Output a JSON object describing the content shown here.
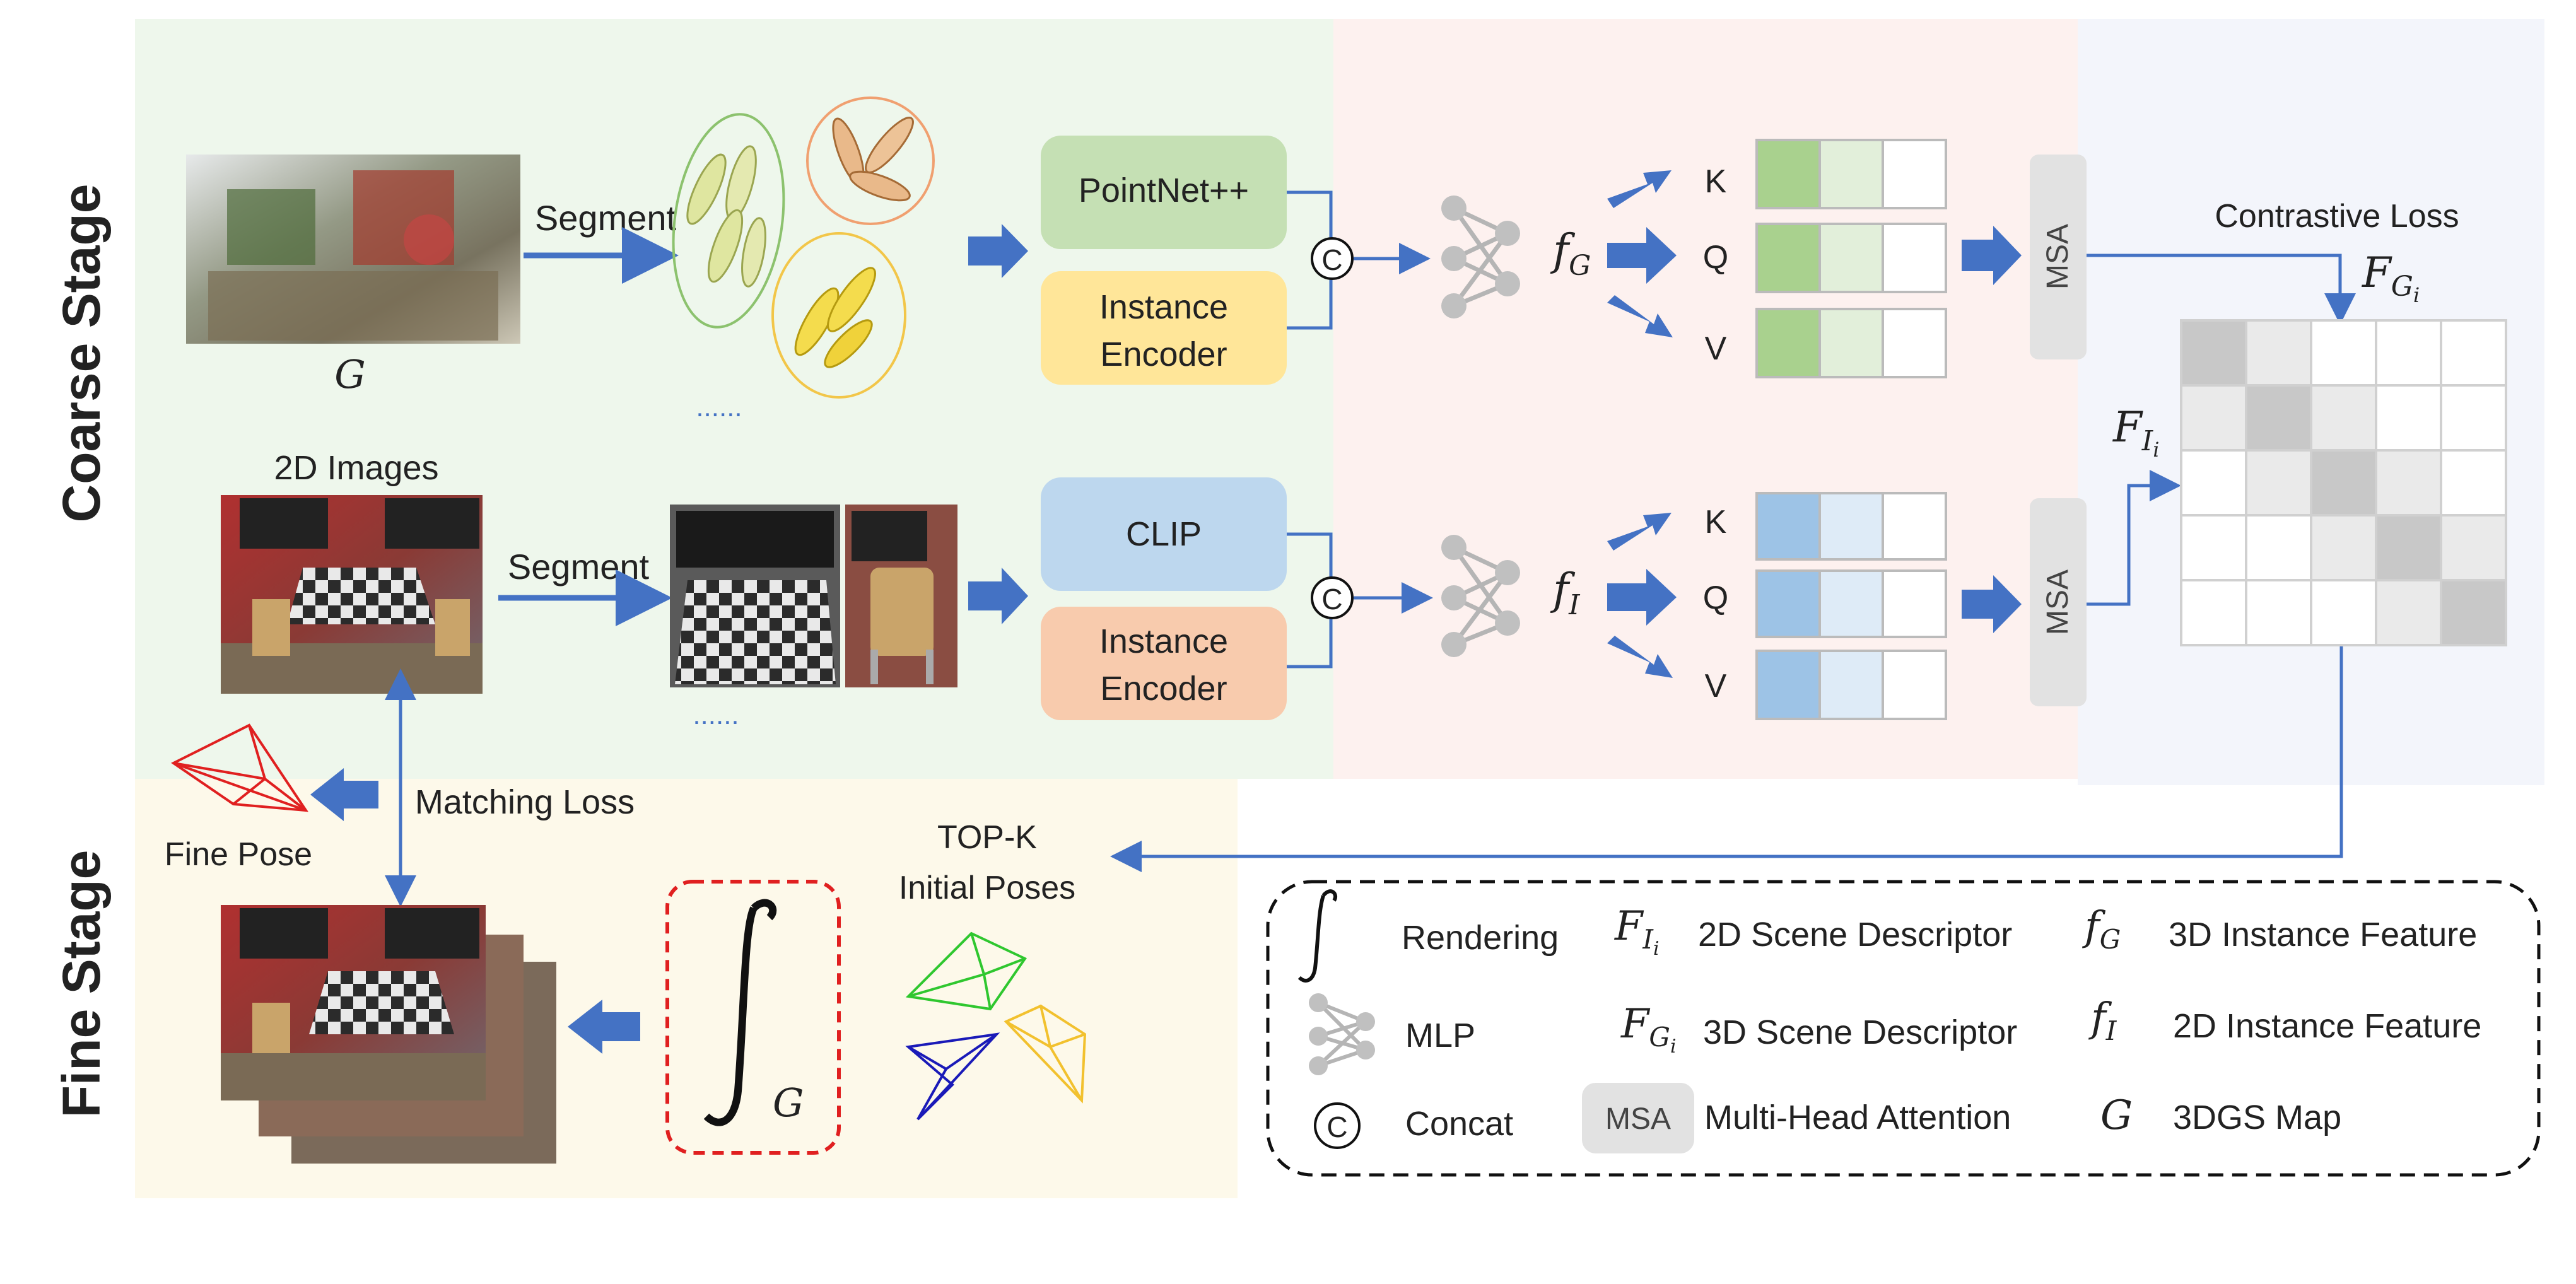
{
  "stages": {
    "coarse": "Coarse Stage",
    "fine": "Fine Stage"
  },
  "labels": {
    "segment_top": "Segment",
    "segment_bottom": "Segment",
    "images_2d": "2D Images",
    "map_symbol": "G",
    "ellipsis_top": "......",
    "ellipsis_bottom": "......",
    "matching_loss": "Matching Loss",
    "fine_pose": "Fine Pose",
    "topk_line1": "TOP-K",
    "topk_line2": "Initial Poses",
    "contrastive_loss": "Contrastive Loss",
    "render_symbol": "G"
  },
  "encoders": {
    "pointnet": "PointNet++",
    "instance_top_1": "Instance",
    "instance_top_2": "Encoder",
    "clip": "CLIP",
    "instance_bottom_1": "Instance",
    "instance_bottom_2": "Encoder"
  },
  "features": {
    "fG_main": "f",
    "fG_sub": "G",
    "fI_main": "f",
    "fI_sub": "I",
    "FG_main": "F",
    "FG_sub": "G",
    "FG_subsub": "i",
    "FI_main": "F",
    "FI_sub": "I",
    "FI_subsub": "i"
  },
  "kqv": {
    "top": [
      "K",
      "Q",
      "V"
    ],
    "bottom": [
      "K",
      "Q",
      "V"
    ]
  },
  "concat_symbol": "C",
  "msa_top": "MSA",
  "msa_bottom": "MSA",
  "legend": {
    "rendering": "Rendering",
    "mlp": "MLP",
    "concat": "Concat",
    "scene_2d": "2D Scene Descriptor",
    "scene_3d": "3D Scene Descriptor",
    "mha": "Multi-Head Attention",
    "msa_icon": "MSA",
    "inst_3d": "3D Instance Feature",
    "inst_2d": "2D Instance Feature",
    "map": "3DGS Map",
    "concat_icon": "C",
    "sym_F": "F",
    "sym_I": "I",
    "sym_G": "G",
    "sym_i": "i",
    "sym_f": "f"
  },
  "colors": {
    "coarse_bg_left": "#eef7ec",
    "coarse_bg_mid": "#fdf1ef",
    "coarse_bg_right": "#f3f5fb",
    "fine_bg": "#fdf9ea",
    "arrow_blue": "#4472c4",
    "pointnet_green": "#c5e0b4",
    "instance_yellow": "#ffe699",
    "clip_blue": "#bdd7ee",
    "instance_orange": "#f8cbad",
    "token_green": "#a9d18e",
    "token_blue": "#9dc3e6",
    "msa_gray": "#e2e2e2",
    "red_dash": "#e02020"
  }
}
